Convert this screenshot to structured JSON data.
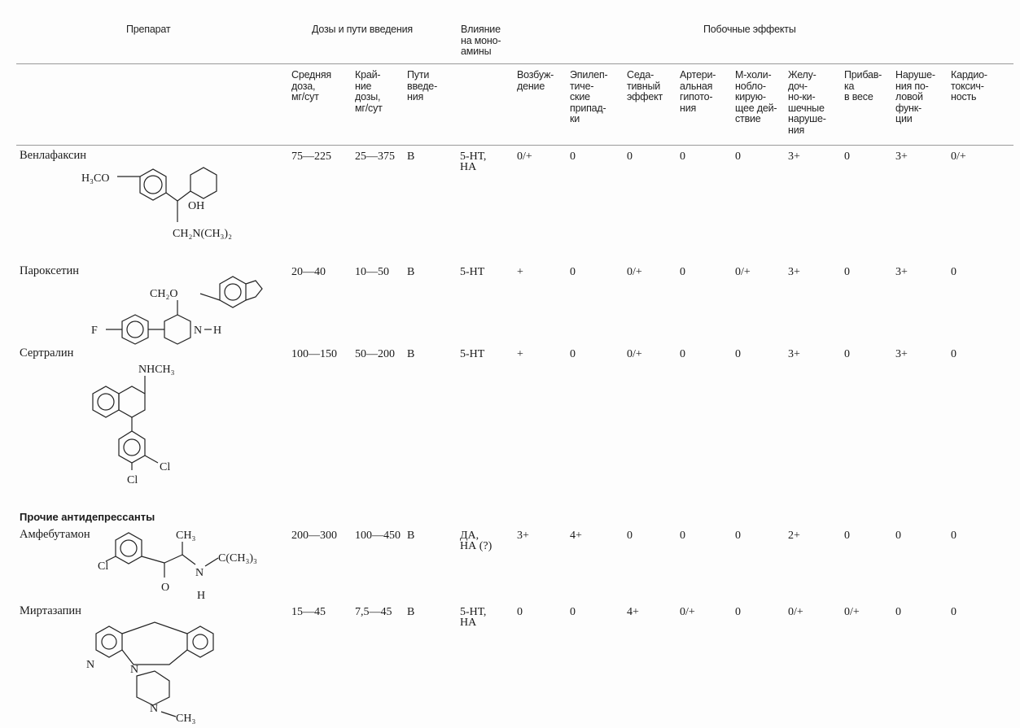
{
  "header": {
    "drug": "Препарат",
    "doses_routes": "Дозы и пути введения",
    "monoamines": "Влияние\nна моно-\nамины",
    "side_effects": "Побочные эффекты",
    "sub": [
      "Средняя\nдоза,\nмг/сут",
      "Край-\nние\nдозы,\nмг/сут",
      "Пути\nвведе-\nния",
      "Возбуж-\nдение",
      "Эпилеп-\nтиче-\nские\nприпад-\nки",
      "Седа-\nтивный\nэффект",
      "Артери-\nальная\nгипото-\nния",
      "М-холи-\nнобло-\nкирую-\nщее дей-\nствие",
      "Желу-\nдоч-\nно-ки-\nшечные\nнаруше-\nния",
      "Прибав-\nка\nв весе",
      "Наруше-\nния по-\nловой\nфунк-\nции",
      "Кардио-\nтоксич-\nность"
    ]
  },
  "section_other": "Прочие антидепрессанты",
  "rows": [
    {
      "name": "Венлафаксин",
      "cells": [
        "75—225",
        "25—375",
        "В",
        "5-НТ,\nНА",
        "0/+",
        "0",
        "0",
        "0",
        "0",
        "3+",
        "0",
        "3+",
        "0/+"
      ]
    },
    {
      "name": "Пароксетин",
      "cells": [
        "20—40",
        "10—50",
        "В",
        "5-НТ",
        "+",
        "0",
        "0/+",
        "0",
        "0/+",
        "3+",
        "0",
        "3+",
        "0"
      ]
    },
    {
      "name": "Сертралин",
      "cells": [
        "100—150",
        "50—200",
        "В",
        "5-НТ",
        "+",
        "0",
        "0/+",
        "0",
        "0",
        "3+",
        "0",
        "3+",
        "0"
      ]
    },
    {
      "name": "Амфебутамон",
      "cells": [
        "200—300",
        "100—450",
        "В",
        "ДА,\nНА (?)",
        "3+",
        "4+",
        "0",
        "0",
        "0",
        "2+",
        "0",
        "0",
        "0"
      ]
    },
    {
      "name": "Миртазапин",
      "cells": [
        "15—45",
        "7,5—45",
        "В",
        "5-НТ,\nНА",
        "0",
        "0",
        "4+",
        "0/+",
        "0",
        "0/+",
        "0/+",
        "0",
        "0"
      ]
    }
  ],
  "structures": {
    "venlafaxine": [
      "H₃CO",
      "OH",
      "CH₂N(CH₃)₂"
    ],
    "paroxetine": [
      "CH₂O",
      "F",
      "N",
      "H"
    ],
    "sertraline": [
      "NHCH₃",
      "Cl",
      "Cl"
    ],
    "amfebutamone": [
      "CH₃",
      "Cl",
      "C(CH₃)₃",
      "O",
      "N",
      "H"
    ],
    "mirtazapine": [
      "N",
      "N",
      "N",
      "CH₃"
    ]
  }
}
